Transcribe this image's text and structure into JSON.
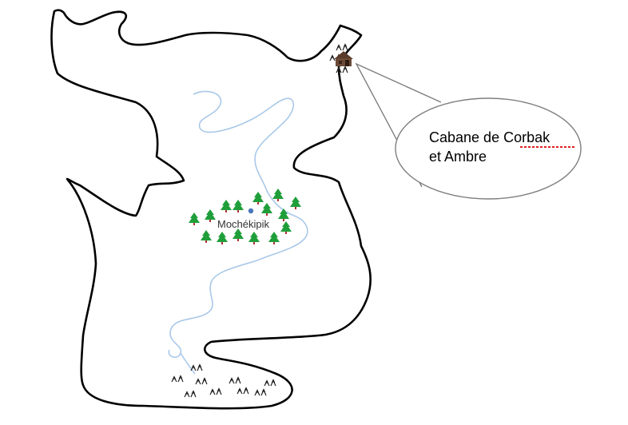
{
  "map": {
    "village": {
      "label": "Mochékipik"
    },
    "callout": {
      "line1_a": "Cabane de ",
      "line1_b": "Corbak",
      "line2": "et Ambre"
    },
    "colors": {
      "coastline": "#000000",
      "river": "#a9c8e8",
      "tree": "#1f9e3a",
      "trunk": "#b03030",
      "callout_border": "#7f7f7f",
      "spellcheck": "#e02020",
      "village_dot": "#4a78b8"
    },
    "icons": [
      "tree-icon",
      "mountain-icon",
      "cabin-icon"
    ]
  }
}
